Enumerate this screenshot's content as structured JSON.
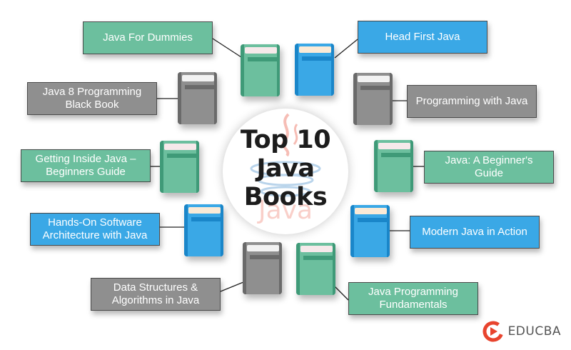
{
  "center": {
    "title_line1": "Top 10",
    "title_line2": "Java",
    "title_line3": "Books",
    "watermark_text": "Java"
  },
  "colors": {
    "green": "#6cbf9e",
    "blue": "#3aa8e6",
    "gray": "#8f8f8f",
    "brand_red": "#e8442e"
  },
  "books": [
    {
      "title": "Java For Dummies",
      "color": "green",
      "side": "left"
    },
    {
      "title": "Head First Java",
      "color": "blue",
      "side": "right"
    },
    {
      "title": "Java 8 Programming Black Book",
      "color": "gray",
      "side": "left"
    },
    {
      "title": "Programming with Java",
      "color": "gray",
      "side": "right"
    },
    {
      "title": "Getting Inside Java – Beginners Guide",
      "color": "green",
      "side": "left"
    },
    {
      "title": "Java: A Beginner's Guide",
      "color": "green",
      "side": "right"
    },
    {
      "title": "Hands-On Software Architecture with Java",
      "color": "blue",
      "side": "left"
    },
    {
      "title": "Modern Java in Action",
      "color": "blue",
      "side": "right"
    },
    {
      "title": "Data Structures & Algorithms in Java",
      "color": "gray",
      "side": "left"
    },
    {
      "title": "Java Programming Fundamentals",
      "color": "green",
      "side": "right"
    }
  ],
  "brand": {
    "name": "EDUCBA",
    "icon": "educba-logo-icon"
  }
}
